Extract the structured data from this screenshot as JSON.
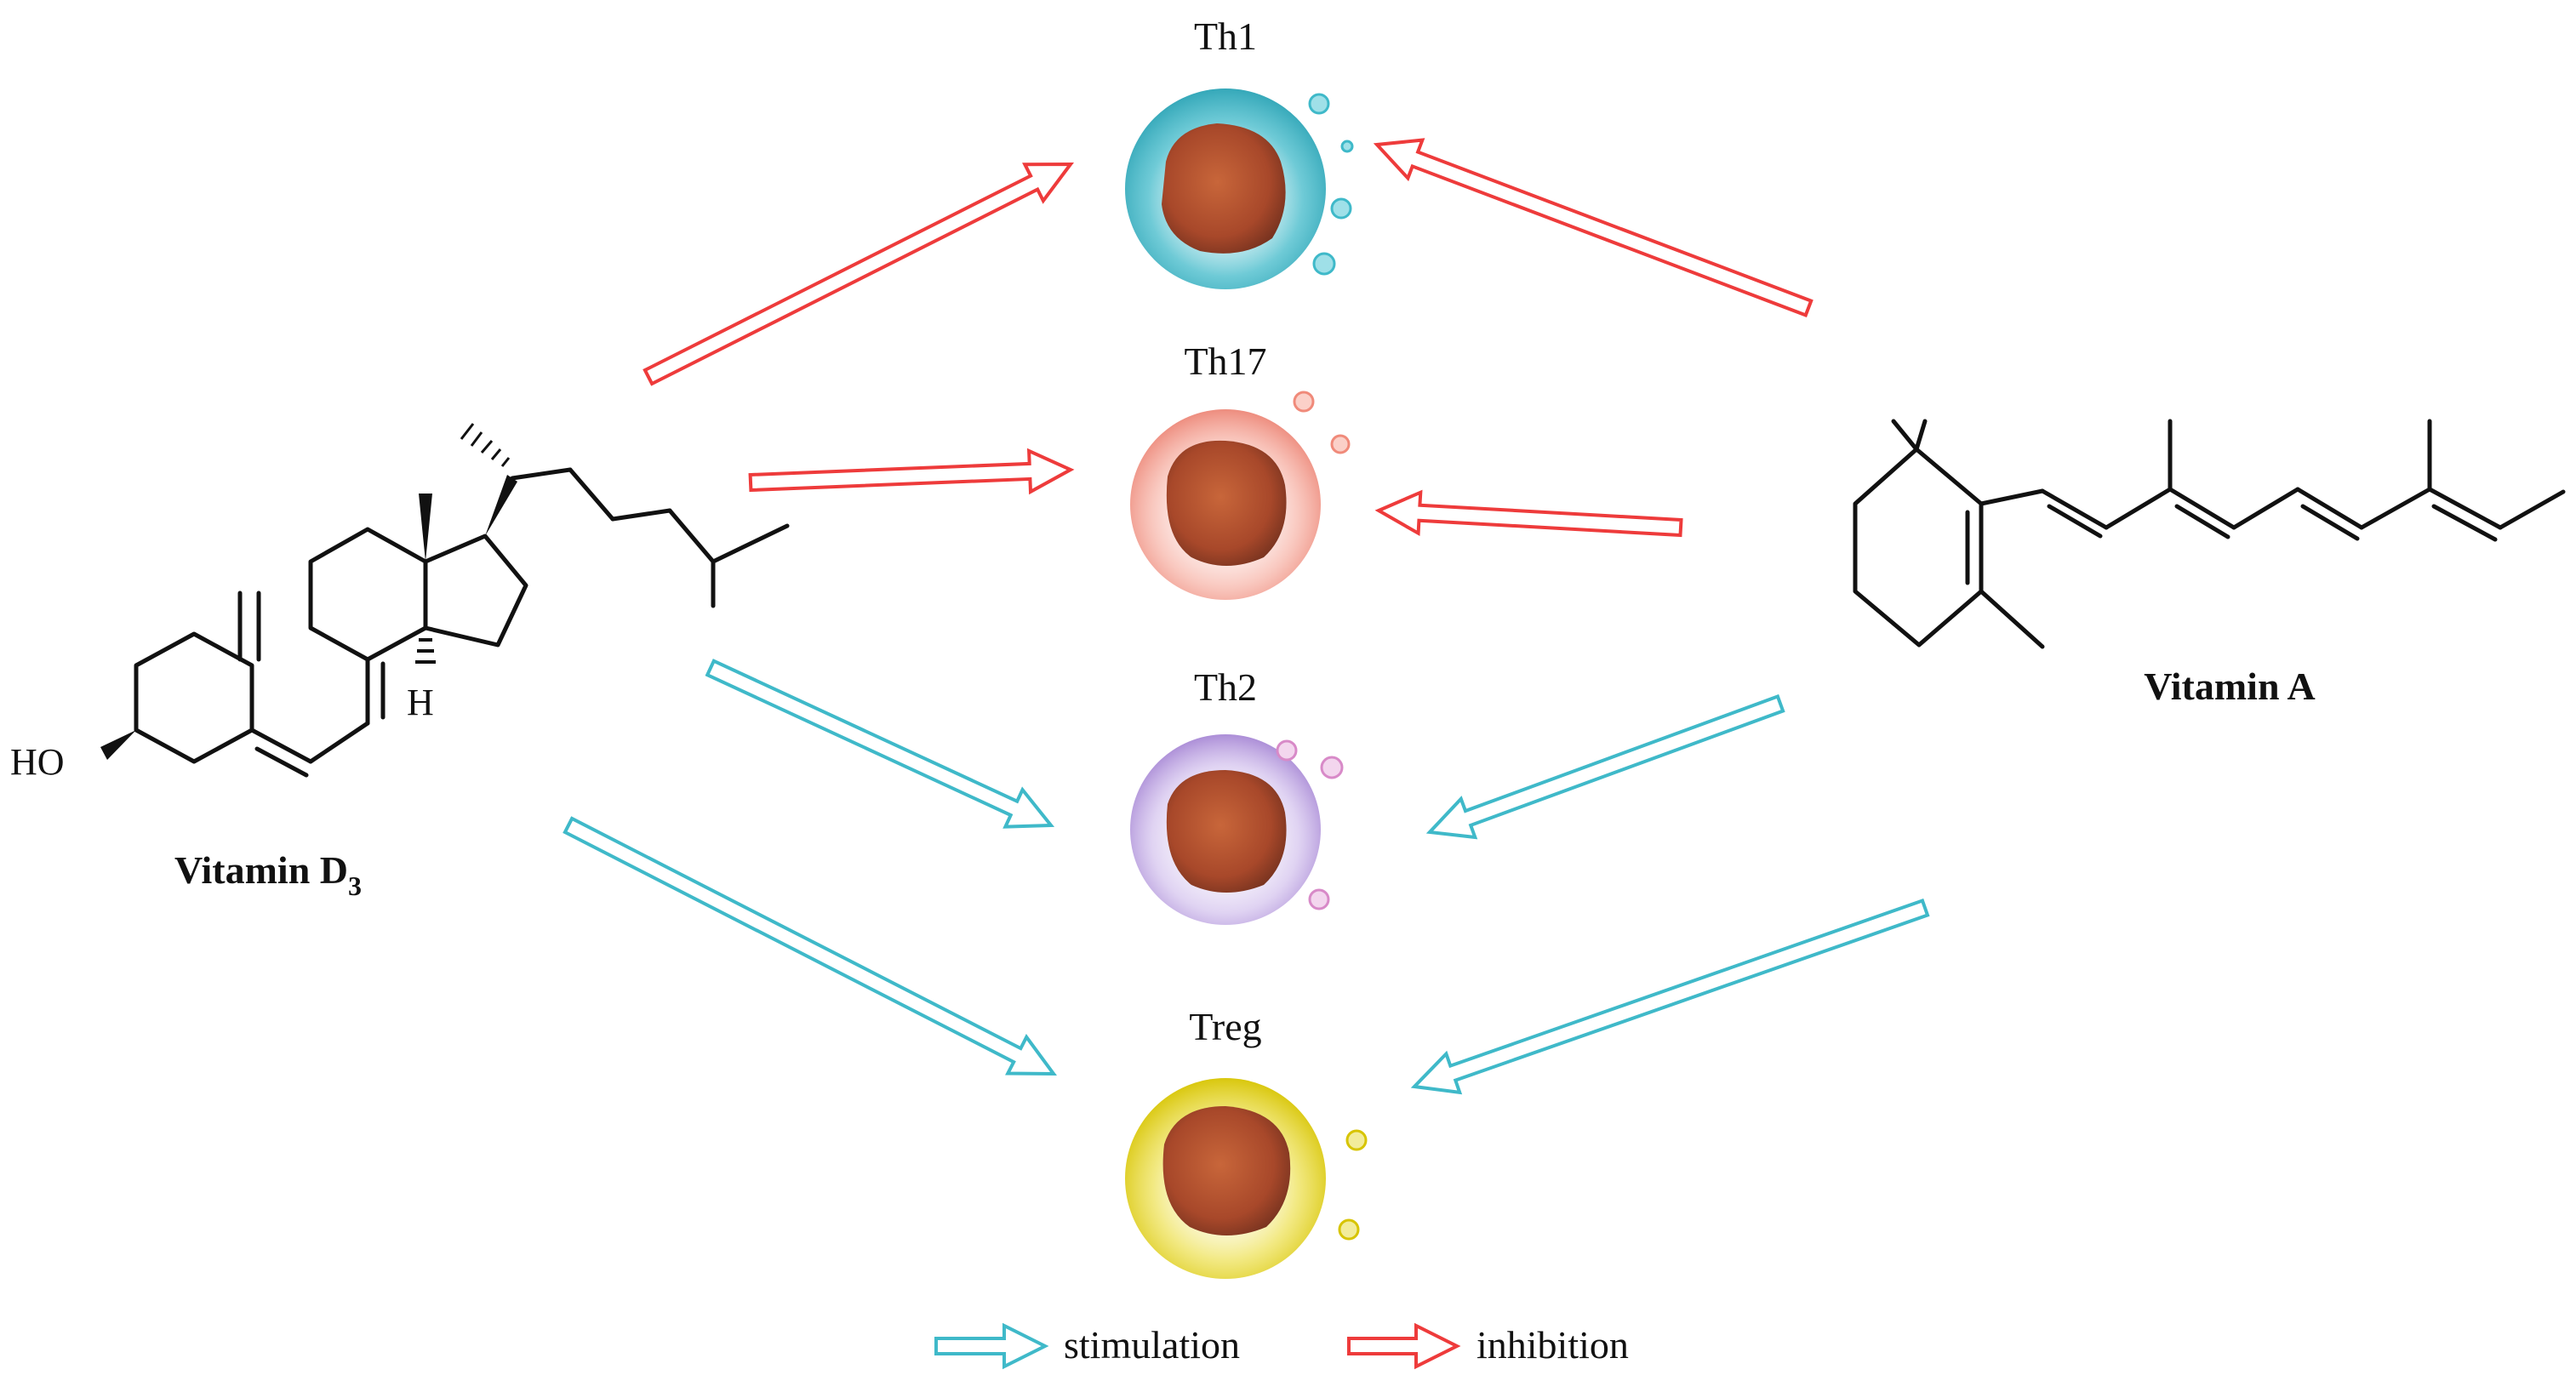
{
  "cells": [
    {
      "id": "th1",
      "label": "Th1",
      "color": "#3fb9c9"
    },
    {
      "id": "th17",
      "label": "Th17",
      "color": "#f08a7a"
    },
    {
      "id": "th2",
      "label": "Th2",
      "color": "#b9a0e0"
    },
    {
      "id": "treg",
      "label": "Treg",
      "color": "#e6d62a"
    }
  ],
  "nucleus_color": "#b5522e",
  "compounds": {
    "vitamin_d3": {
      "label": "Vitamin D",
      "subscript": "3",
      "atom_ho": "HO",
      "atom_h": "H"
    },
    "vitamin_a": {
      "label": "Vitamin A"
    }
  },
  "arrow_colors": {
    "stimulation": "#3fb9c9",
    "inhibition": "#ee3b3b"
  },
  "legend": {
    "stimulation": "stimulation",
    "inhibition": "inhibition"
  }
}
